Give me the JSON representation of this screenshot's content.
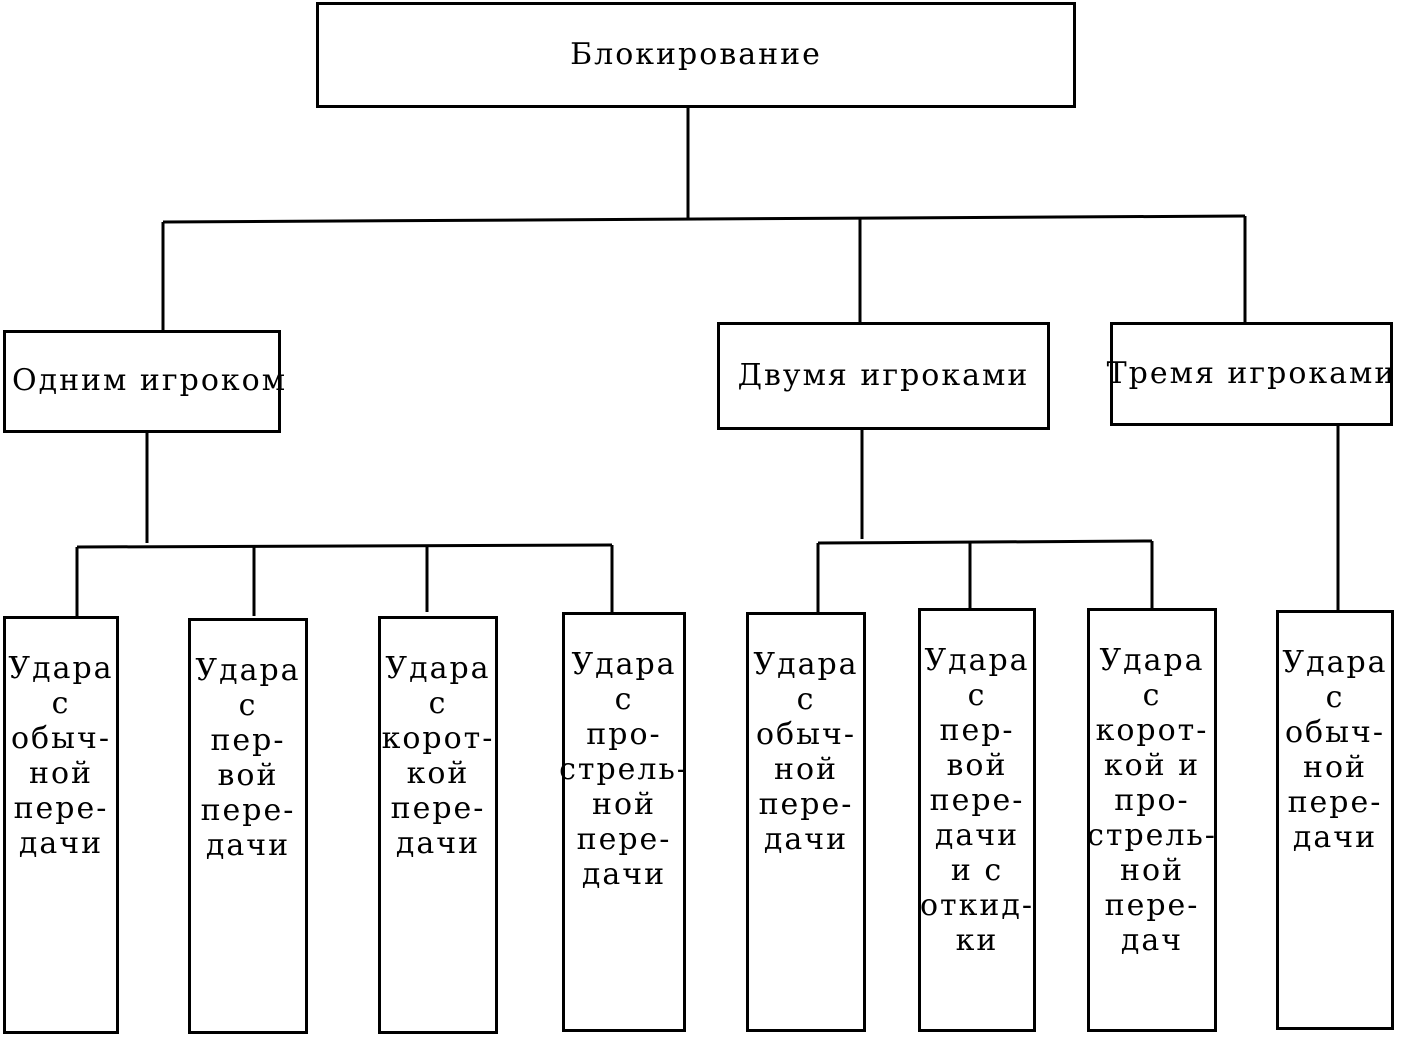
{
  "root": {
    "label": "Блокирование"
  },
  "groups": [
    {
      "label": "Одним игроком",
      "children": [
        {
          "label": "Удара\nс\nобыч-\nной\nпере-\nдачи"
        },
        {
          "label": "Удара\nс\nпер-\nвой\nпере-\nдачи"
        },
        {
          "label": "Удара\nс\nкорот-\nкой\nпере-\nдачи"
        },
        {
          "label": "Удара\nс\nпро-\nстрель-\nной\nпере-\nдачи"
        }
      ]
    },
    {
      "label": "Двумя игроками",
      "children": [
        {
          "label": "Удара\nс\nобыч-\nной\nпере-\nдачи"
        },
        {
          "label": "Удара\nс\nпер-\nвой\nпере-\nдачи\nи с\nоткид-\nки"
        },
        {
          "label": "Удара\nс\nкорот-\nкой и\nпро-\nстрель-\nной\nпере-\nдач"
        }
      ]
    },
    {
      "label": "Тремя игроками",
      "children": [
        {
          "label": "Удара\nс\nобыч-\nной\nпере-\nдачи"
        }
      ]
    }
  ]
}
